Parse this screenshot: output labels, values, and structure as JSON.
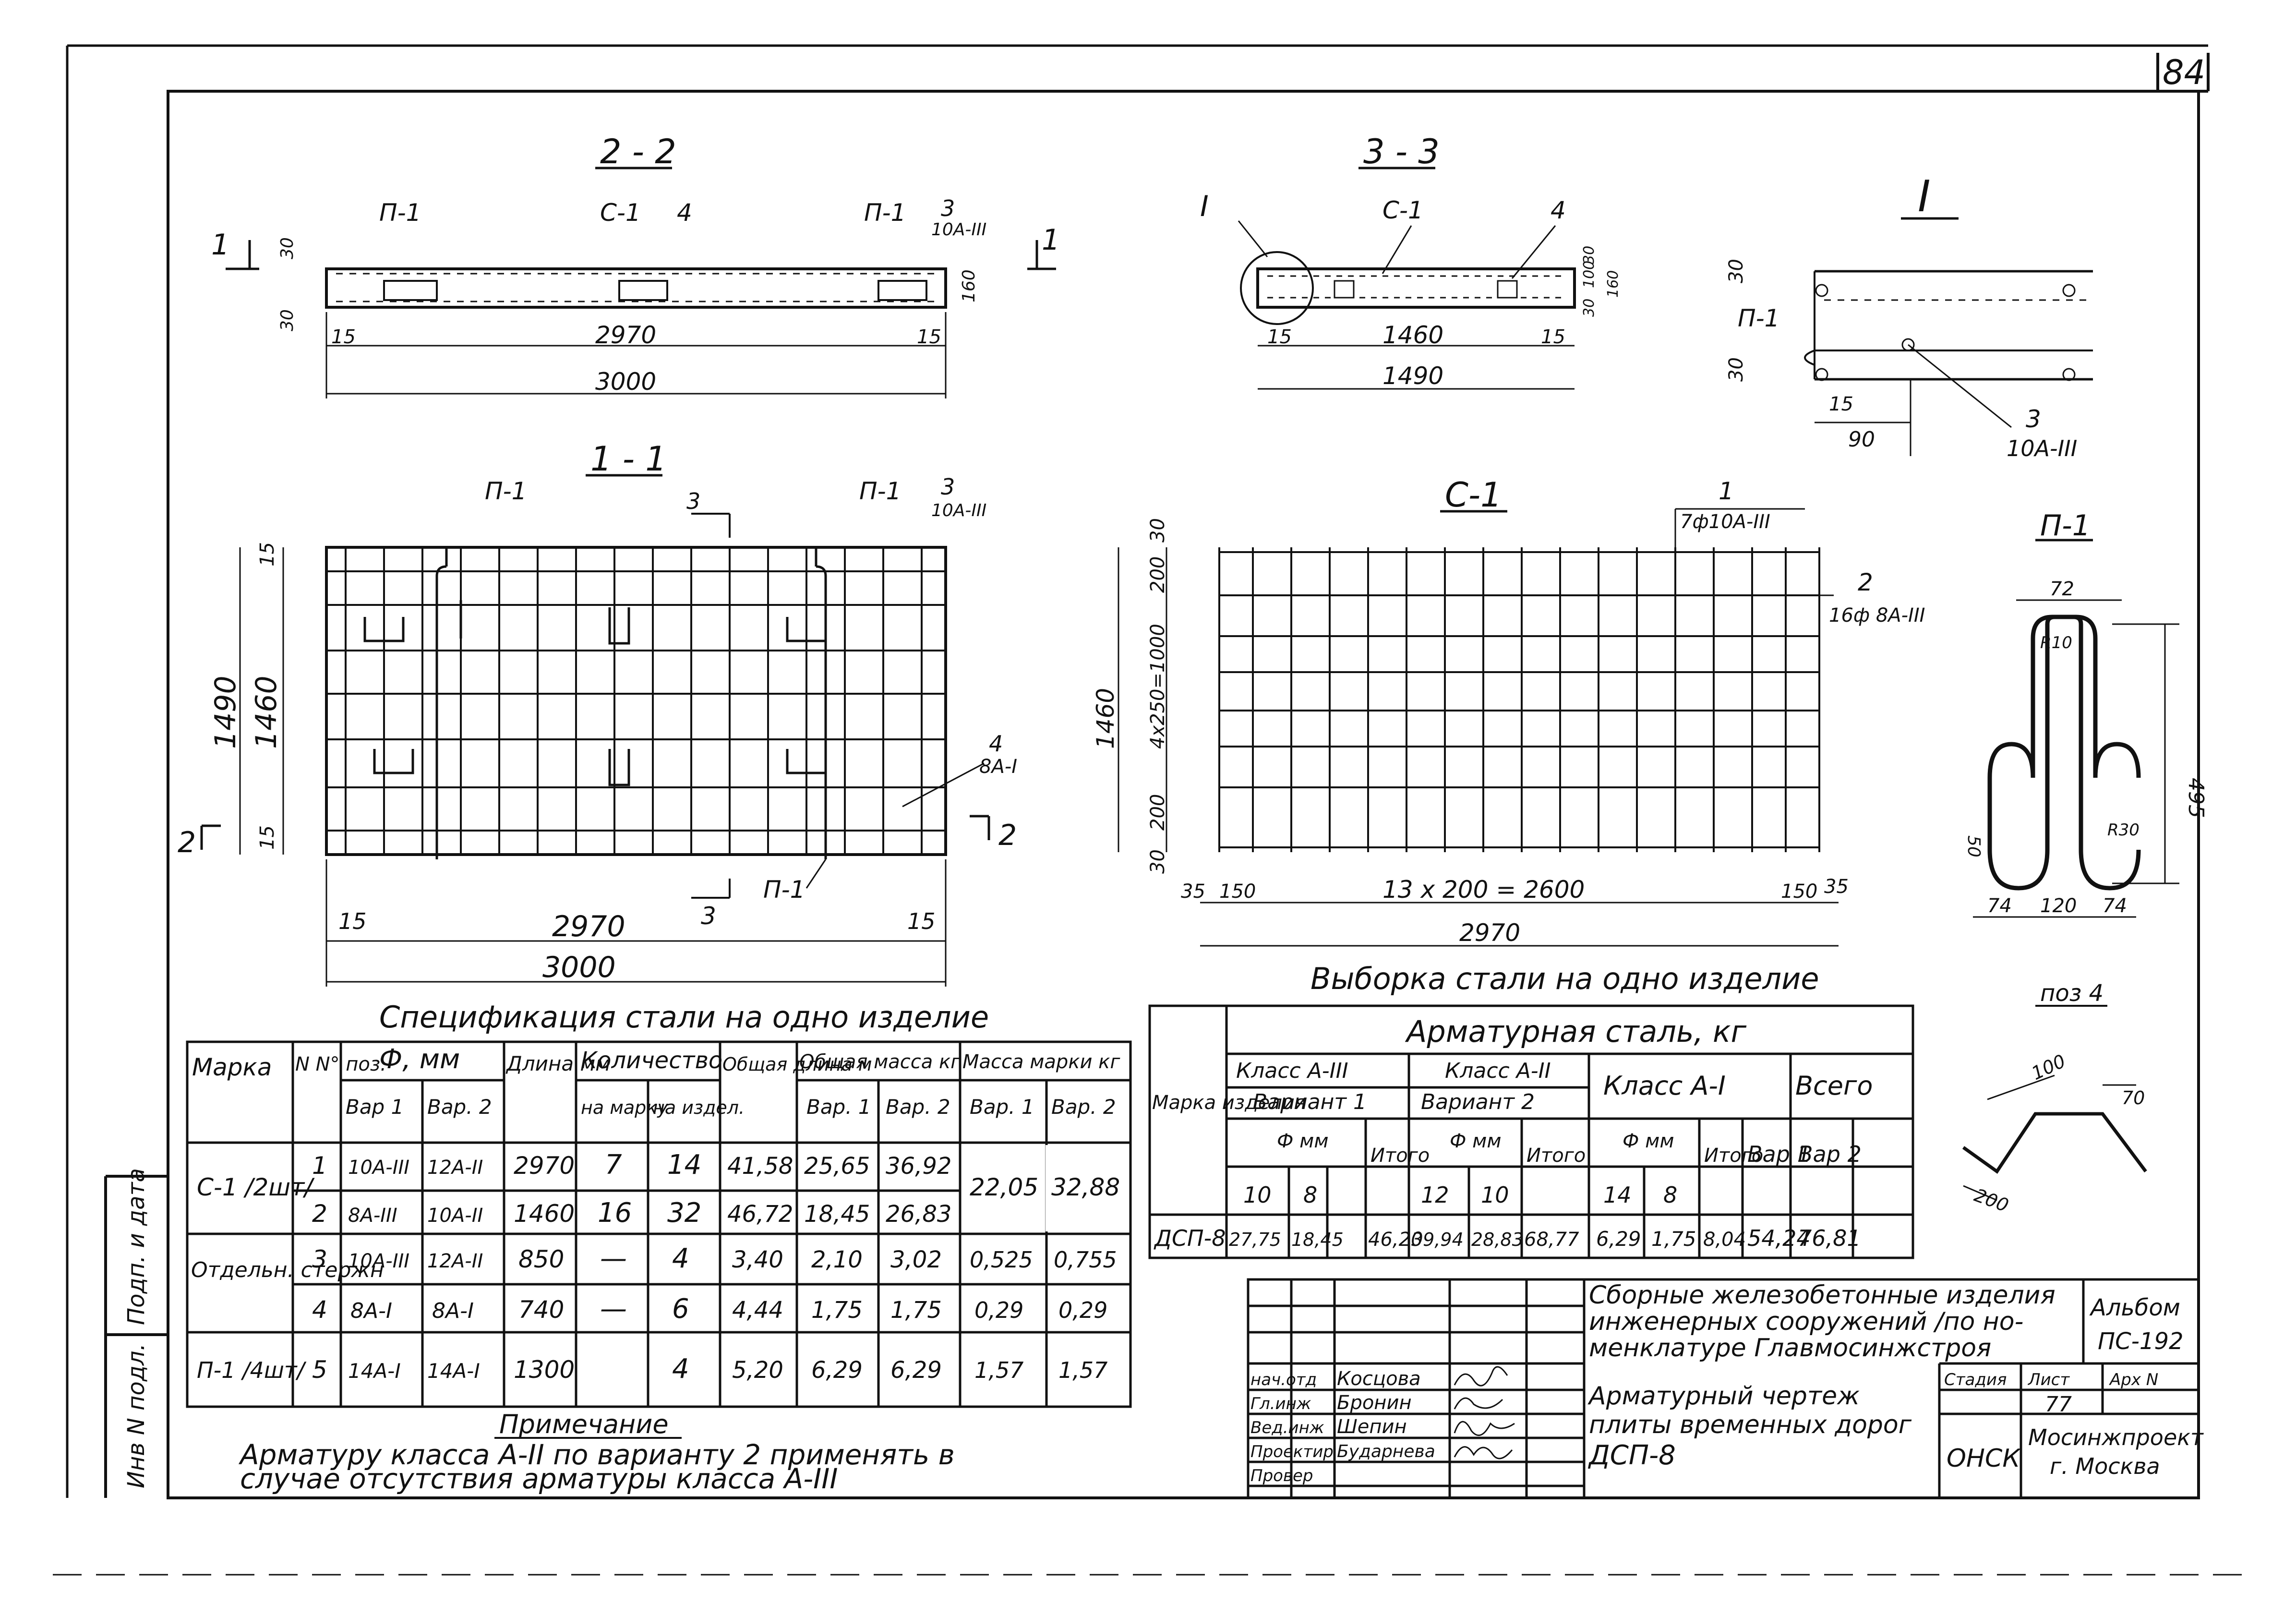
{
  "page_number": "84",
  "views": {
    "section_2_2": {
      "title": "2 - 2",
      "labels": [
        "П-1",
        "С-1",
        "4",
        "П-1",
        "3",
        "10А-III"
      ],
      "cut_marks": [
        "1",
        "1"
      ],
      "dims": [
        "30",
        "30",
        "160",
        "15",
        "2970",
        "15",
        "3000"
      ]
    },
    "section_3_3": {
      "title": "3 - 3",
      "labels": [
        "I",
        "С-1",
        "4"
      ],
      "dims": [
        "30",
        "100",
        "160",
        "30",
        "15",
        "1460",
        "15",
        "1490"
      ]
    },
    "detail_I": {
      "title": "I",
      "labels": [
        "П-1",
        "3",
        "10А-III"
      ],
      "dims": [
        "30",
        "30",
        "15",
        "90"
      ]
    },
    "section_1_1": {
      "title": "1 - 1",
      "labels": [
        "П-1",
        "3",
        "П-1",
        "3",
        "10А-III",
        "4",
        "8А-I",
        "П-1"
      ],
      "cut_marks": [
        "2",
        "2",
        "3",
        "3"
      ],
      "dims": [
        "15",
        "1460",
        "1490",
        "15",
        "15",
        "2970",
        "15",
        "3000"
      ]
    },
    "mesh_C1": {
      "title": "С-1",
      "labels": [
        "1",
        "7ф10А-III",
        "2",
        "16ф 8А-III"
      ],
      "dims": [
        "30",
        "200",
        "4x250=1000",
        "200",
        "30",
        "1460",
        "35",
        "150",
        "13 x 200 = 2600",
        "150",
        "35",
        "2970"
      ]
    },
    "part_P1": {
      "title": "П-1",
      "dims": [
        "72",
        "R10",
        "495",
        "50",
        "R30",
        "74",
        "120",
        "74"
      ]
    },
    "part_4": {
      "title": "поз 4",
      "dims": [
        "100",
        "70",
        "200"
      ]
    }
  },
  "spec_table": {
    "title": "Спецификация стали на одно изделие",
    "headers": {
      "mark": "Марка",
      "pos": "N N° поз.",
      "dia": "Ф, мм",
      "dia_v1": "Вар 1",
      "dia_v2": "Вар. 2",
      "length": "Длина мм",
      "qty": "Количество",
      "qty_mark": "на марку",
      "qty_item": "на издел.",
      "total_len": "Общая длина м",
      "total_mass": "Общая масса кг",
      "tm_v1": "Вар. 1",
      "tm_v2": "Вар. 2",
      "mark_mass": "Масса марки кг",
      "mm_v1": "Вар. 1",
      "mm_v2": "Вар. 2"
    },
    "groups": [
      {
        "mark": "С-1 /2шт/",
        "mark_mass_v1": "22,05",
        "mark_mass_v2": "32,88",
        "rows": [
          {
            "pos": "1",
            "d1": "10А-III",
            "d2": "12А-II",
            "len": "2970",
            "qm": "7",
            "qi": "14",
            "tl": "41,58",
            "m1": "25,65",
            "m2": "36,92"
          },
          {
            "pos": "2",
            "d1": "8А-III",
            "d2": "10А-II",
            "len": "1460",
            "qm": "16",
            "qi": "32",
            "tl": "46,72",
            "m1": "18,45",
            "m2": "26,83"
          }
        ]
      },
      {
        "mark": "Отдельн. стержн",
        "rows": [
          {
            "pos": "3",
            "d1": "10А-III",
            "d2": "12А-II",
            "len": "850",
            "qm": "—",
            "qi": "4",
            "tl": "3,40",
            "m1": "2,10",
            "m2": "3,02",
            "mm1": "0,525",
            "mm2": "0,755"
          },
          {
            "pos": "4",
            "d1": "8А-I",
            "d2": "8А-I",
            "len": "740",
            "qm": "—",
            "qi": "6",
            "tl": "4,44",
            "m1": "1,75",
            "m2": "1,75",
            "mm1": "0,29",
            "mm2": "0,29"
          }
        ]
      },
      {
        "mark": "П-1 /4шт/",
        "rows": [
          {
            "pos": "5",
            "d1": "14А-I",
            "d2": "14А-I",
            "len": "1300",
            "qm": "",
            "qi": "4",
            "tl": "5,20",
            "m1": "6,29",
            "m2": "6,29",
            "mm1": "1,57",
            "mm2": "1,57"
          }
        ]
      }
    ]
  },
  "note": {
    "title": "Примечание",
    "line1": "Арматуру класса А-II по варианту 2 применять в",
    "line2": "случае отсутствия арматуры класса А-III"
  },
  "steel_table": {
    "title": "Выборка стали на одно изделие",
    "header_main": "Арматурная сталь, кг",
    "header_mark": "Марка изделия",
    "class_a3": "Класс А-III",
    "variant1": "Вариант 1",
    "class_a2": "Класс А-II",
    "variant2": "Вариант 2",
    "class_a1": "Класс А-I",
    "total": "Всего",
    "dia_mm": "Ф мм",
    "itogo": "Итого",
    "d_a3": [
      "10",
      "8"
    ],
    "d_a2": [
      "12",
      "10"
    ],
    "d_a1": [
      "14",
      "8"
    ],
    "var1": "Вар 1",
    "var2": "Вар 2",
    "row": {
      "mark": "ДСП-8",
      "a3_10": "27,75",
      "a3_8": "18,45",
      "a3_sum": "46,20",
      "a2_12": "39,94",
      "a2_10": "28,83",
      "a2_sum": "68,77",
      "a1_14": "6,29",
      "a1_8": "1,75",
      "a1_sum": "8,04",
      "v1": "54,24",
      "v2": "76,81"
    }
  },
  "title_block": {
    "project_line1": "Сборные железобетонные изделия",
    "project_line2": "инженерных сооружений /по но-",
    "project_line3": "менклатуре Главмосинжстроя",
    "album_line1": "Альбом",
    "album_line2": "ПС-192",
    "stage_label": "Стадия",
    "sheet_label": "Лист",
    "sheets_label": "Арх N",
    "sheet_no": "77",
    "drawing_line1": "Арматурный чертеж",
    "drawing_line2": "плиты временных дорог",
    "drawing_line3": "ДСП-8",
    "dept": "ОНСК",
    "org_line1": "Мосинжпроект",
    "org_line2": "г. Москва",
    "signers": [
      {
        "role": "нач.отд",
        "name": "Косцова"
      },
      {
        "role": "Гл.инж",
        "name": "Бронин"
      },
      {
        "role": "Вед.инж",
        "name": "Шепин"
      },
      {
        "role": "Проектир",
        "name": "Бударнева"
      },
      {
        "role": "Провер",
        "name": ""
      }
    ]
  },
  "left_margin": {
    "label_top": "Подп. и дата",
    "label_bottom": "Инв N подл."
  }
}
